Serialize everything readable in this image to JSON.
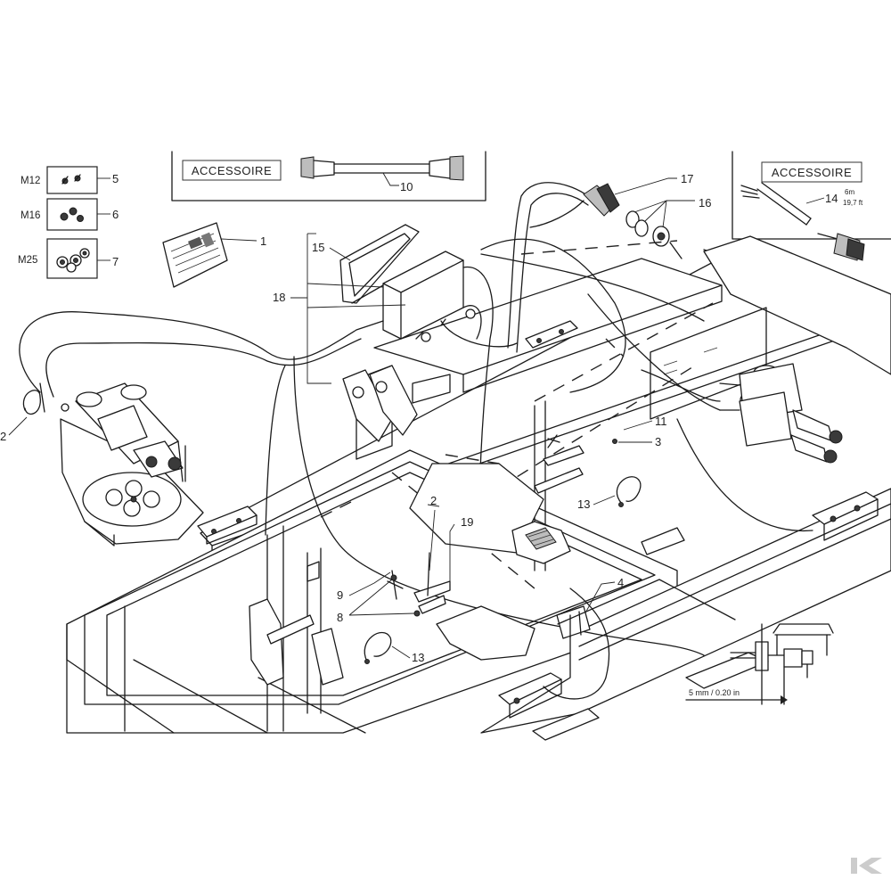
{
  "diagram": {
    "accessory_boxes": [
      {
        "label": "ACCESSOIRE",
        "part": "10"
      },
      {
        "label": "ACCESSOIRE",
        "part": "14",
        "length_m": "6m",
        "length_ft": "19,7 ft"
      }
    ],
    "fastener_kits": [
      {
        "size": "M12",
        "part": "5"
      },
      {
        "size": "M16",
        "part": "6"
      },
      {
        "size": "M25",
        "part": "7"
      }
    ],
    "callouts": {
      "c1": "1",
      "c2a": "2",
      "c2b": "2",
      "c3": "3",
      "c4": "4",
      "c8": "8",
      "c9": "9",
      "c11": "11",
      "c13a": "13",
      "c13b": "13",
      "c15": "15",
      "c16": "16",
      "c17": "17",
      "c18": "18",
      "c19": "19"
    },
    "detail_dimension": "5 mm / 0.20 in",
    "brand_mark": "K"
  }
}
